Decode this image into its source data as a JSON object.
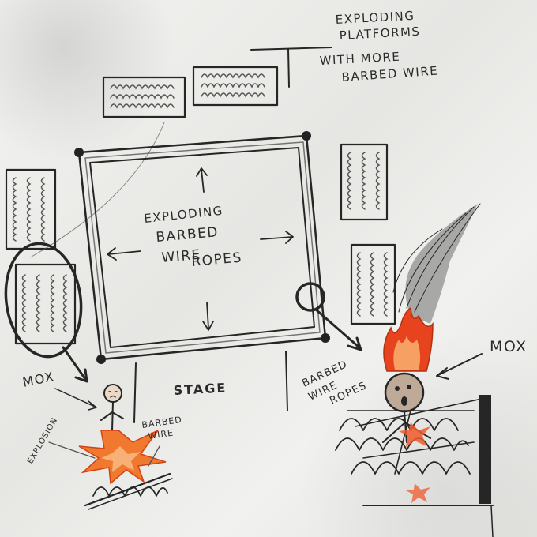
{
  "labels": {
    "platforms_note": [
      "EXPLODING",
      "PLATFORMS",
      "WITH MORE",
      "BARBED WIRE"
    ],
    "ring_label": [
      "EXPLODING",
      "BARBED",
      "WIRE",
      "ROPES"
    ],
    "stage": "STAGE",
    "mox_left": "MOX",
    "mox_right": "MOX",
    "explosion": "EXPLOSION",
    "barbed_wire_small": [
      "BARBED",
      "WIRE"
    ],
    "barbed_wire_ropes_right": [
      "BARBED",
      "WIRE",
      "ROPES"
    ]
  },
  "colors": {
    "pencil": "#262626",
    "fire": "#e8431f",
    "fire_light": "#f7a063",
    "paper": "#ededeb"
  }
}
